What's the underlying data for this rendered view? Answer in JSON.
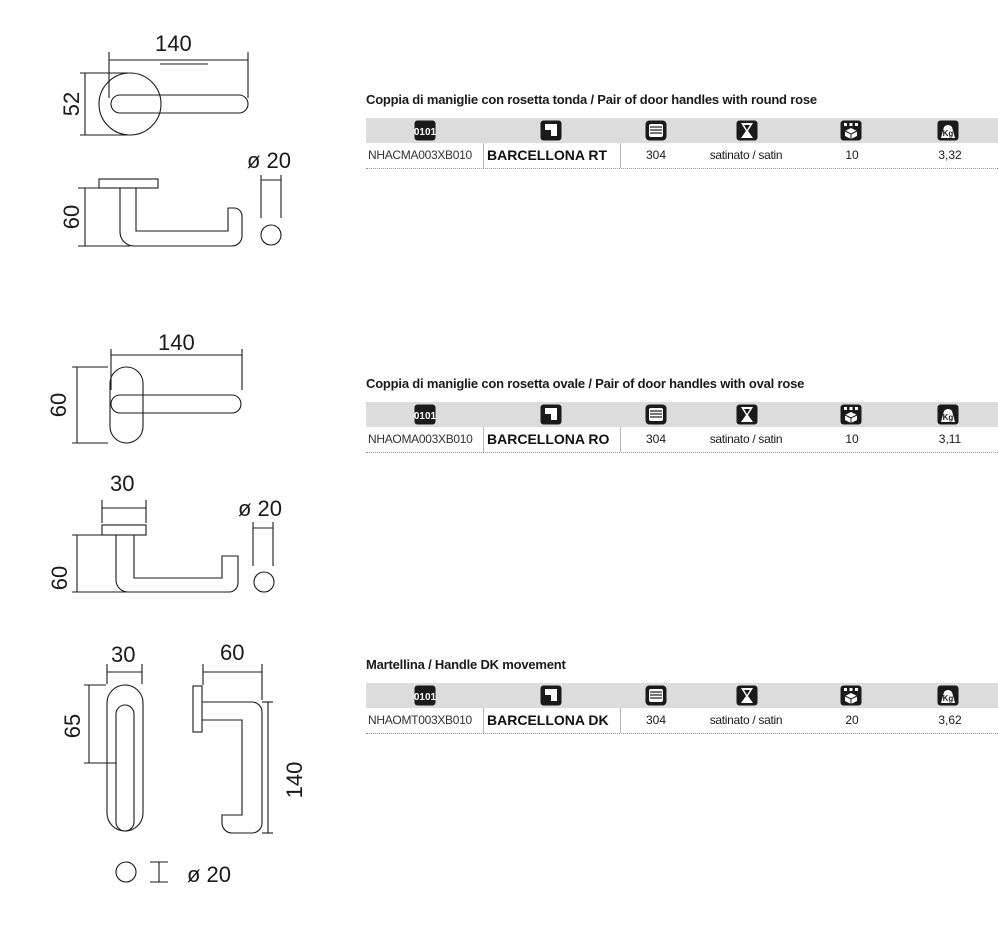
{
  "sections": [
    {
      "title": "Coppia di maniglie con rosetta tonda / Pair of door handles with round rose",
      "header_icons": [
        "binary-code-icon",
        "model-icon",
        "material-grid-icon",
        "finish-funnel-icon",
        "package-box-icon",
        "weight-kg-icon"
      ],
      "row": {
        "code": "NHACMA003XB010",
        "name": "BARCELLONA RT",
        "material": "304",
        "finish": "satinato / satin",
        "quantity": "10",
        "weight": "3,32"
      },
      "dimensions": {
        "width": "140",
        "rose": "52",
        "height": "60",
        "diameter": "ø 20"
      }
    },
    {
      "title": "Coppia di maniglie con rosetta ovale / Pair of door handles with oval rose",
      "header_icons": [
        "binary-code-icon",
        "model-icon",
        "material-grid-icon",
        "finish-funnel-icon",
        "package-box-icon",
        "weight-kg-icon"
      ],
      "row": {
        "code": "NHAOMA003XB010",
        "name": "BARCELLONA RO",
        "material": "304",
        "finish": "satinato / satin",
        "quantity": "10",
        "weight": "3,11"
      },
      "dimensions": {
        "width": "140",
        "rose": "60",
        "rose_depth": "30",
        "height": "60",
        "diameter": "ø 20"
      }
    },
    {
      "title": "Martellina / Handle DK movement",
      "header_icons": [
        "binary-code-icon",
        "model-icon",
        "material-grid-icon",
        "finish-funnel-icon",
        "package-box-icon",
        "weight-kg-icon"
      ],
      "row": {
        "code": "NHAOMT003XB010",
        "name": "BARCELLONA DK",
        "material": "304",
        "finish": "satinato / satin",
        "quantity": "20",
        "weight": "3,62"
      },
      "dimensions": {
        "rose_width": "30",
        "projection": "60",
        "rose_height": "65",
        "length": "140",
        "diameter": "ø 20"
      }
    }
  ],
  "icon_text": {
    "binary": "0101",
    "weight": "Kg"
  }
}
